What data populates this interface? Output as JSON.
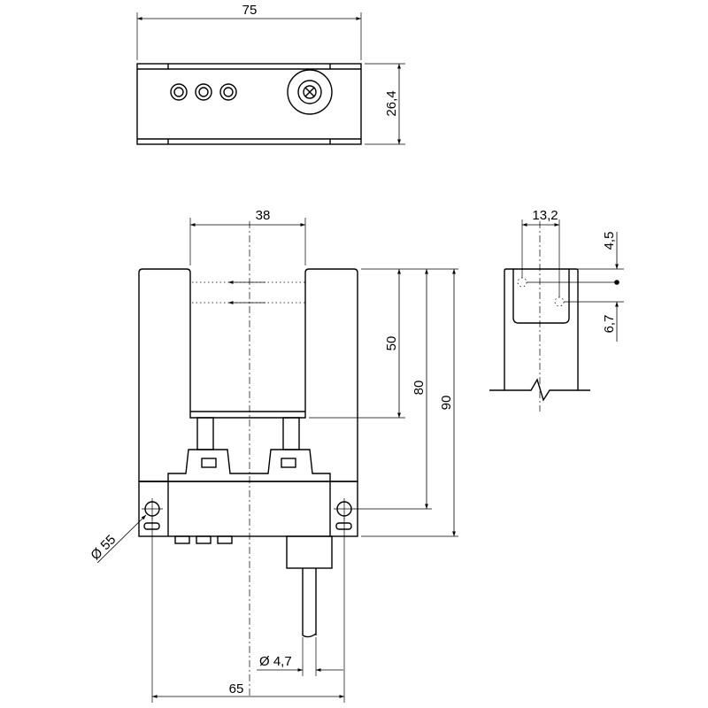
{
  "drawing": {
    "top_view": {
      "width_label": "75",
      "height_label": "26,4"
    },
    "front_view": {
      "slot_width_label": "38",
      "slot_depth_label": "50",
      "mount_height_label": "80",
      "total_height_label": "90",
      "hole_diameter_label": "Ø 55",
      "cable_diameter_label": "Ø 4,7",
      "hole_spacing_label": "65"
    },
    "side_view": {
      "width_label": "13,2",
      "upper_offset_label": "4,5",
      "lower_offset_label": "6,7"
    }
  }
}
